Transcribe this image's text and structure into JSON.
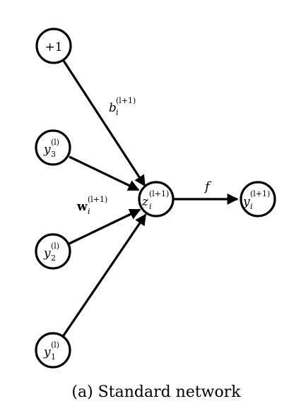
{
  "caption": "(a) Standard network",
  "nodes": {
    "bias": {
      "text": "+1"
    },
    "y3": {
      "base": "y",
      "sub": "3",
      "sup": "(l)"
    },
    "y2": {
      "base": "y",
      "sub": "2",
      "sup": "(l)"
    },
    "y1": {
      "base": "y",
      "sub": "1",
      "sup": "(l)"
    },
    "z": {
      "base": "z",
      "sub": "i",
      "sup": "(l+1)"
    },
    "yout": {
      "base": "y",
      "sub": "i",
      "sup": "(l+1)"
    }
  },
  "edge_labels": {
    "bias_weight": {
      "base": "b",
      "sub": "i",
      "sup": "(l+1)"
    },
    "weights": {
      "base": "w",
      "sub": "i",
      "sup": "(l+1)"
    },
    "activation": {
      "text": "f"
    }
  }
}
